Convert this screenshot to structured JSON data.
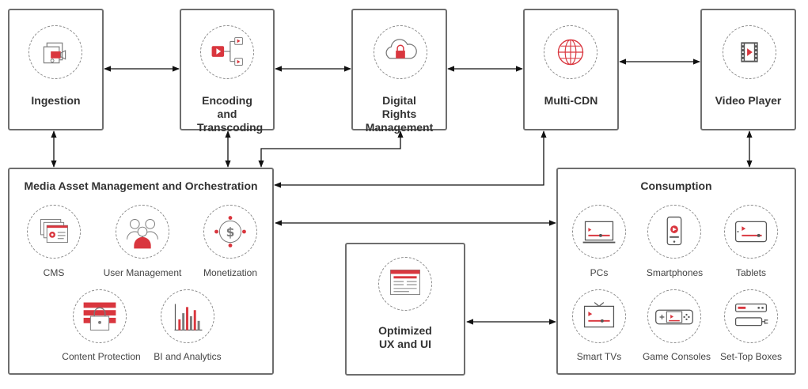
{
  "colors": {
    "accent": "#d9363e",
    "border": "#6e6e6e",
    "icon_gray": "#7a7a7a"
  },
  "top": {
    "ingestion": "Ingestion",
    "encoding": "Encoding and Transcoding",
    "drm": "Digital Rights Management",
    "cdn": "Multi-CDN",
    "player": "Video Player"
  },
  "mam": {
    "title": "Media Asset Management and Orchestration",
    "items": {
      "cms": {
        "label": "CMS",
        "icon": "cms-icon"
      },
      "user": {
        "label": "User Management",
        "icon": "users-icon"
      },
      "monetization": {
        "label": "Monetization",
        "icon": "dollar-icon"
      },
      "protection": {
        "label": "Content Protection",
        "icon": "lock-icon"
      },
      "bi": {
        "label": "BI and Analytics",
        "icon": "bar-chart-icon"
      }
    }
  },
  "ux": {
    "title": "Optimized UX and UI",
    "icon": "layout-icon"
  },
  "consumption": {
    "title": "Consumption",
    "items": {
      "pcs": {
        "label": "PCs",
        "icon": "monitor-icon"
      },
      "phones": {
        "label": "Smartphones",
        "icon": "smartphone-icon"
      },
      "tablets": {
        "label": "Tablets",
        "icon": "tablet-icon"
      },
      "tvs": {
        "label": "Smart TVs",
        "icon": "tv-icon"
      },
      "consoles": {
        "label": "Game Consoles",
        "icon": "gamepad-icon"
      },
      "stb": {
        "label": "Set-Top Boxes",
        "icon": "set-top-box-icon"
      }
    }
  }
}
